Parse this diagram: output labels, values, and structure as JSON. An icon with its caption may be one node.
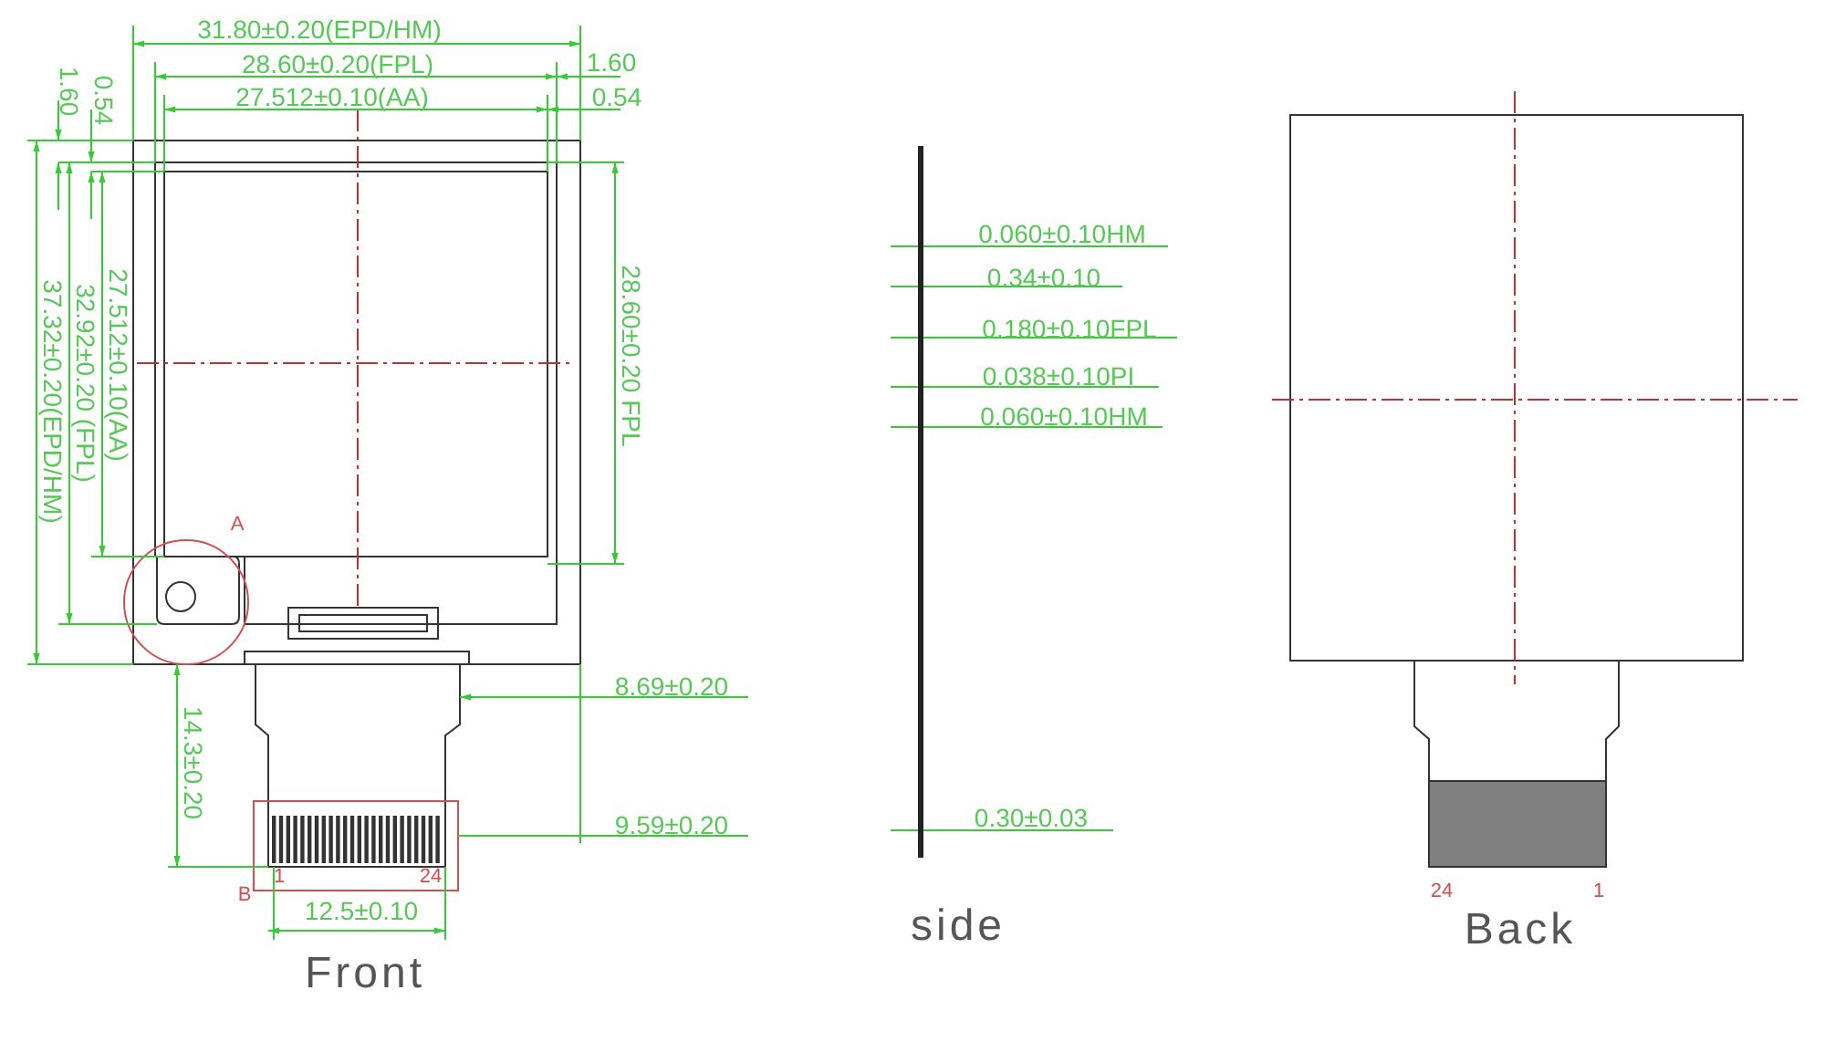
{
  "diagram": {
    "labels": [
      "1.60",
      "0.54",
      "31.80±0.20(EPD/HM)",
      "28.60±0.20(FPL)",
      "1.60",
      "27.512±0.10(AA)",
      "0.54",
      "27.512±0.10(AA)",
      "32.92±0.20 (FPL)",
      "37.32±0.20(EPD/HM)",
      "28.60±0.20 FPL",
      "A",
      "0.060±0.10HM",
      "0.34±0.10",
      "0.180±0.10FPL",
      "0.038±0.10PI",
      "0.060±0.10HM",
      "0.30±0.03",
      "8.69±0.20",
      "14.3±0.20",
      "9.59±0.20",
      "1",
      "24",
      "24",
      "1",
      "B",
      "12.5±0.10",
      "side",
      "Back",
      "Front"
    ]
  }
}
